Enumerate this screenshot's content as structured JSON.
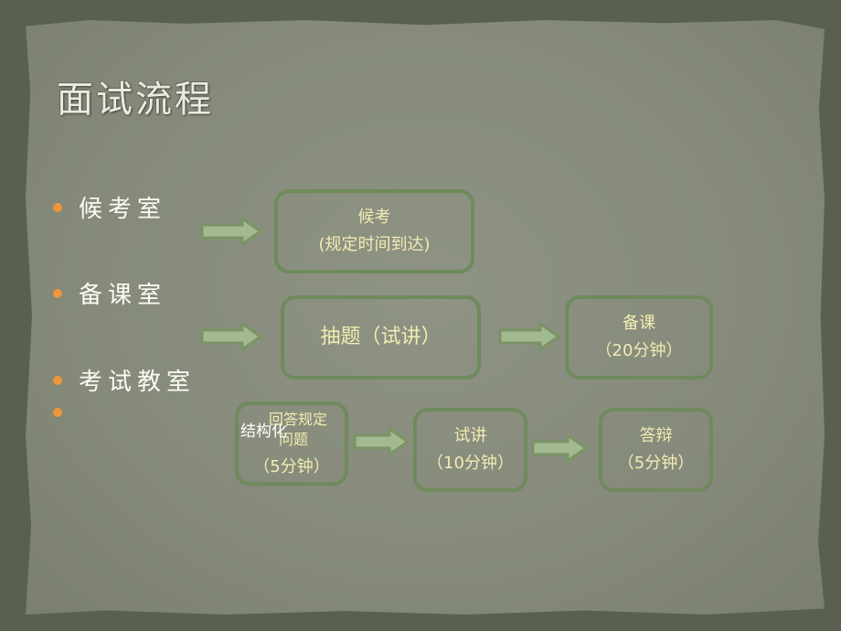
{
  "title": "面试流程",
  "bullets": [
    "候考室",
    "备课室",
    "考试教室",
    ""
  ],
  "boxes": {
    "wait": {
      "line1": "候考",
      "line2": "(规定时间到达)"
    },
    "draw": {
      "line1": "抽题（试讲）"
    },
    "prep": {
      "line1": "备课",
      "line2": "（20分钟）"
    },
    "structured": {
      "overlay": "结构化",
      "line1": "回答规定",
      "line2": "问题",
      "line3": "（5分钟）"
    },
    "lecture": {
      "line1": "试讲",
      "line2": "（10分钟）"
    },
    "defense": {
      "line1": "答辩",
      "line2": "（5分钟）"
    }
  },
  "colors": {
    "bullet": "#f0963a",
    "box_border": "#6f8a5c",
    "arrow_fill": "#a3b98f",
    "box_text": "#f3ebb4"
  }
}
